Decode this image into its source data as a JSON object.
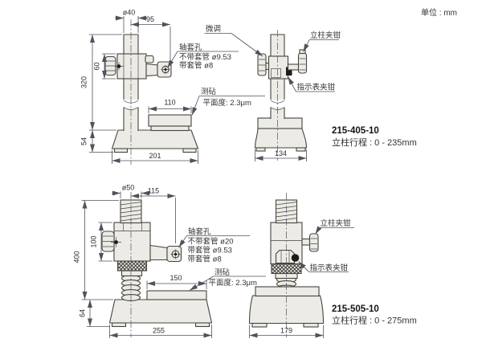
{
  "unit": "单位 : mm",
  "upper": {
    "model": "215-405-10",
    "travel": "立柱行程 : 0 - 235mm",
    "front": {
      "dia": "ø40",
      "reach": "95",
      "clamp_height": "60",
      "column_height": "320",
      "base_height": "54",
      "base_width": "201",
      "anvil_width": "110",
      "fine_adjust": "微调",
      "bushing_title": "轴套孔",
      "bushing_no_sleeve": "不带套管 ø9.53",
      "bushing_sleeve": "带套管 ø8",
      "anvil_label": "测砧",
      "flatness": "平面度: 2.3μm"
    },
    "side": {
      "base_depth": "134",
      "column_clamp": "立柱夹钳",
      "indicator_clamp": "指示表夹钳"
    }
  },
  "lower": {
    "model": "215-505-10",
    "travel": "立柱行程 : 0 - 275mm",
    "front": {
      "dia": "ø50",
      "reach": "115",
      "clamp_height": "100",
      "column_height": "400",
      "base_height": "64",
      "base_width": "255",
      "anvil_width": "150",
      "bushing_title": "轴套孔",
      "bushing_no_sleeve": "不带套管 ø20",
      "bushing_sleeve1": "带套管 ø9.53",
      "bushing_sleeve2": "带套管 ø8",
      "anvil_label": "测砧",
      "flatness": "平面度: 2.3μm"
    },
    "side": {
      "base_depth": "179",
      "column_clamp": "立柱夹钳",
      "indicator_clamp": "指示表夹钳"
    }
  },
  "colors": {
    "part_fill": "#ecebe5",
    "outline": "#474440",
    "dim_line": "#52525c",
    "text": "#2e2e34"
  }
}
